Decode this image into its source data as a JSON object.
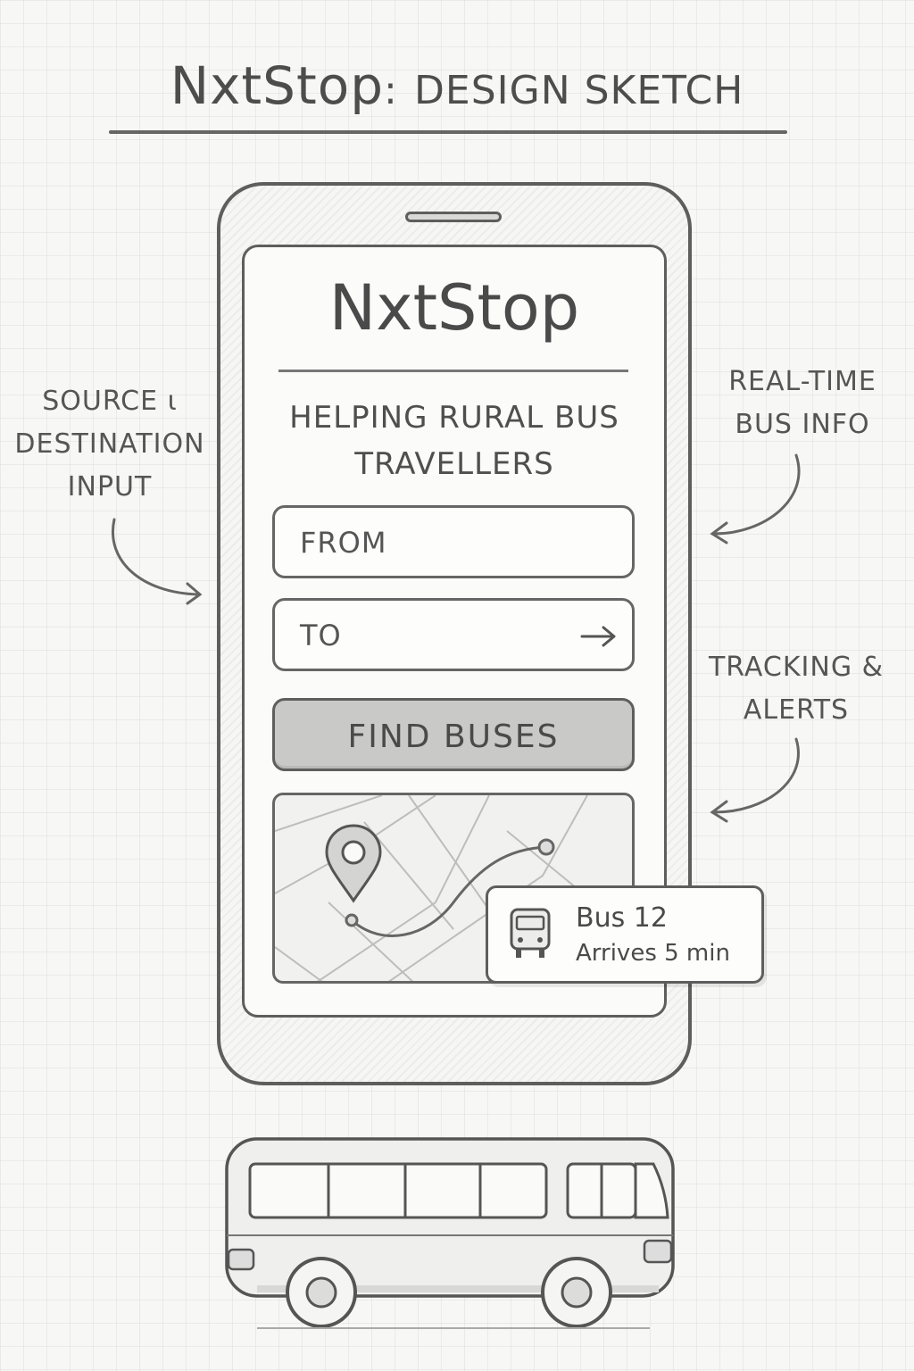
{
  "sheet": {
    "title_app": "NxtStop",
    "title_sep": ":",
    "title_sub": "DESIGN SKETCH"
  },
  "annotations": {
    "source_destination": "SOURCE ι DESTINATION INPUT",
    "realtime": "REAL-TIME BUS INFO",
    "tracking": "TRACKING & ALERTS"
  },
  "app": {
    "name": "NxtStop",
    "tagline": "HELPING RURAL BUS TRAVELLERS",
    "from_label": "FROM",
    "to_label": "TO",
    "find_button": "FIND BUSES",
    "bus_card": {
      "bus": "Bus 12",
      "eta": "Arrives 5 min"
    }
  },
  "icons": {
    "to_arrow": "arrow-right-icon",
    "map_pin": "map-pin-icon",
    "bus_card_icon": "bus-icon"
  }
}
